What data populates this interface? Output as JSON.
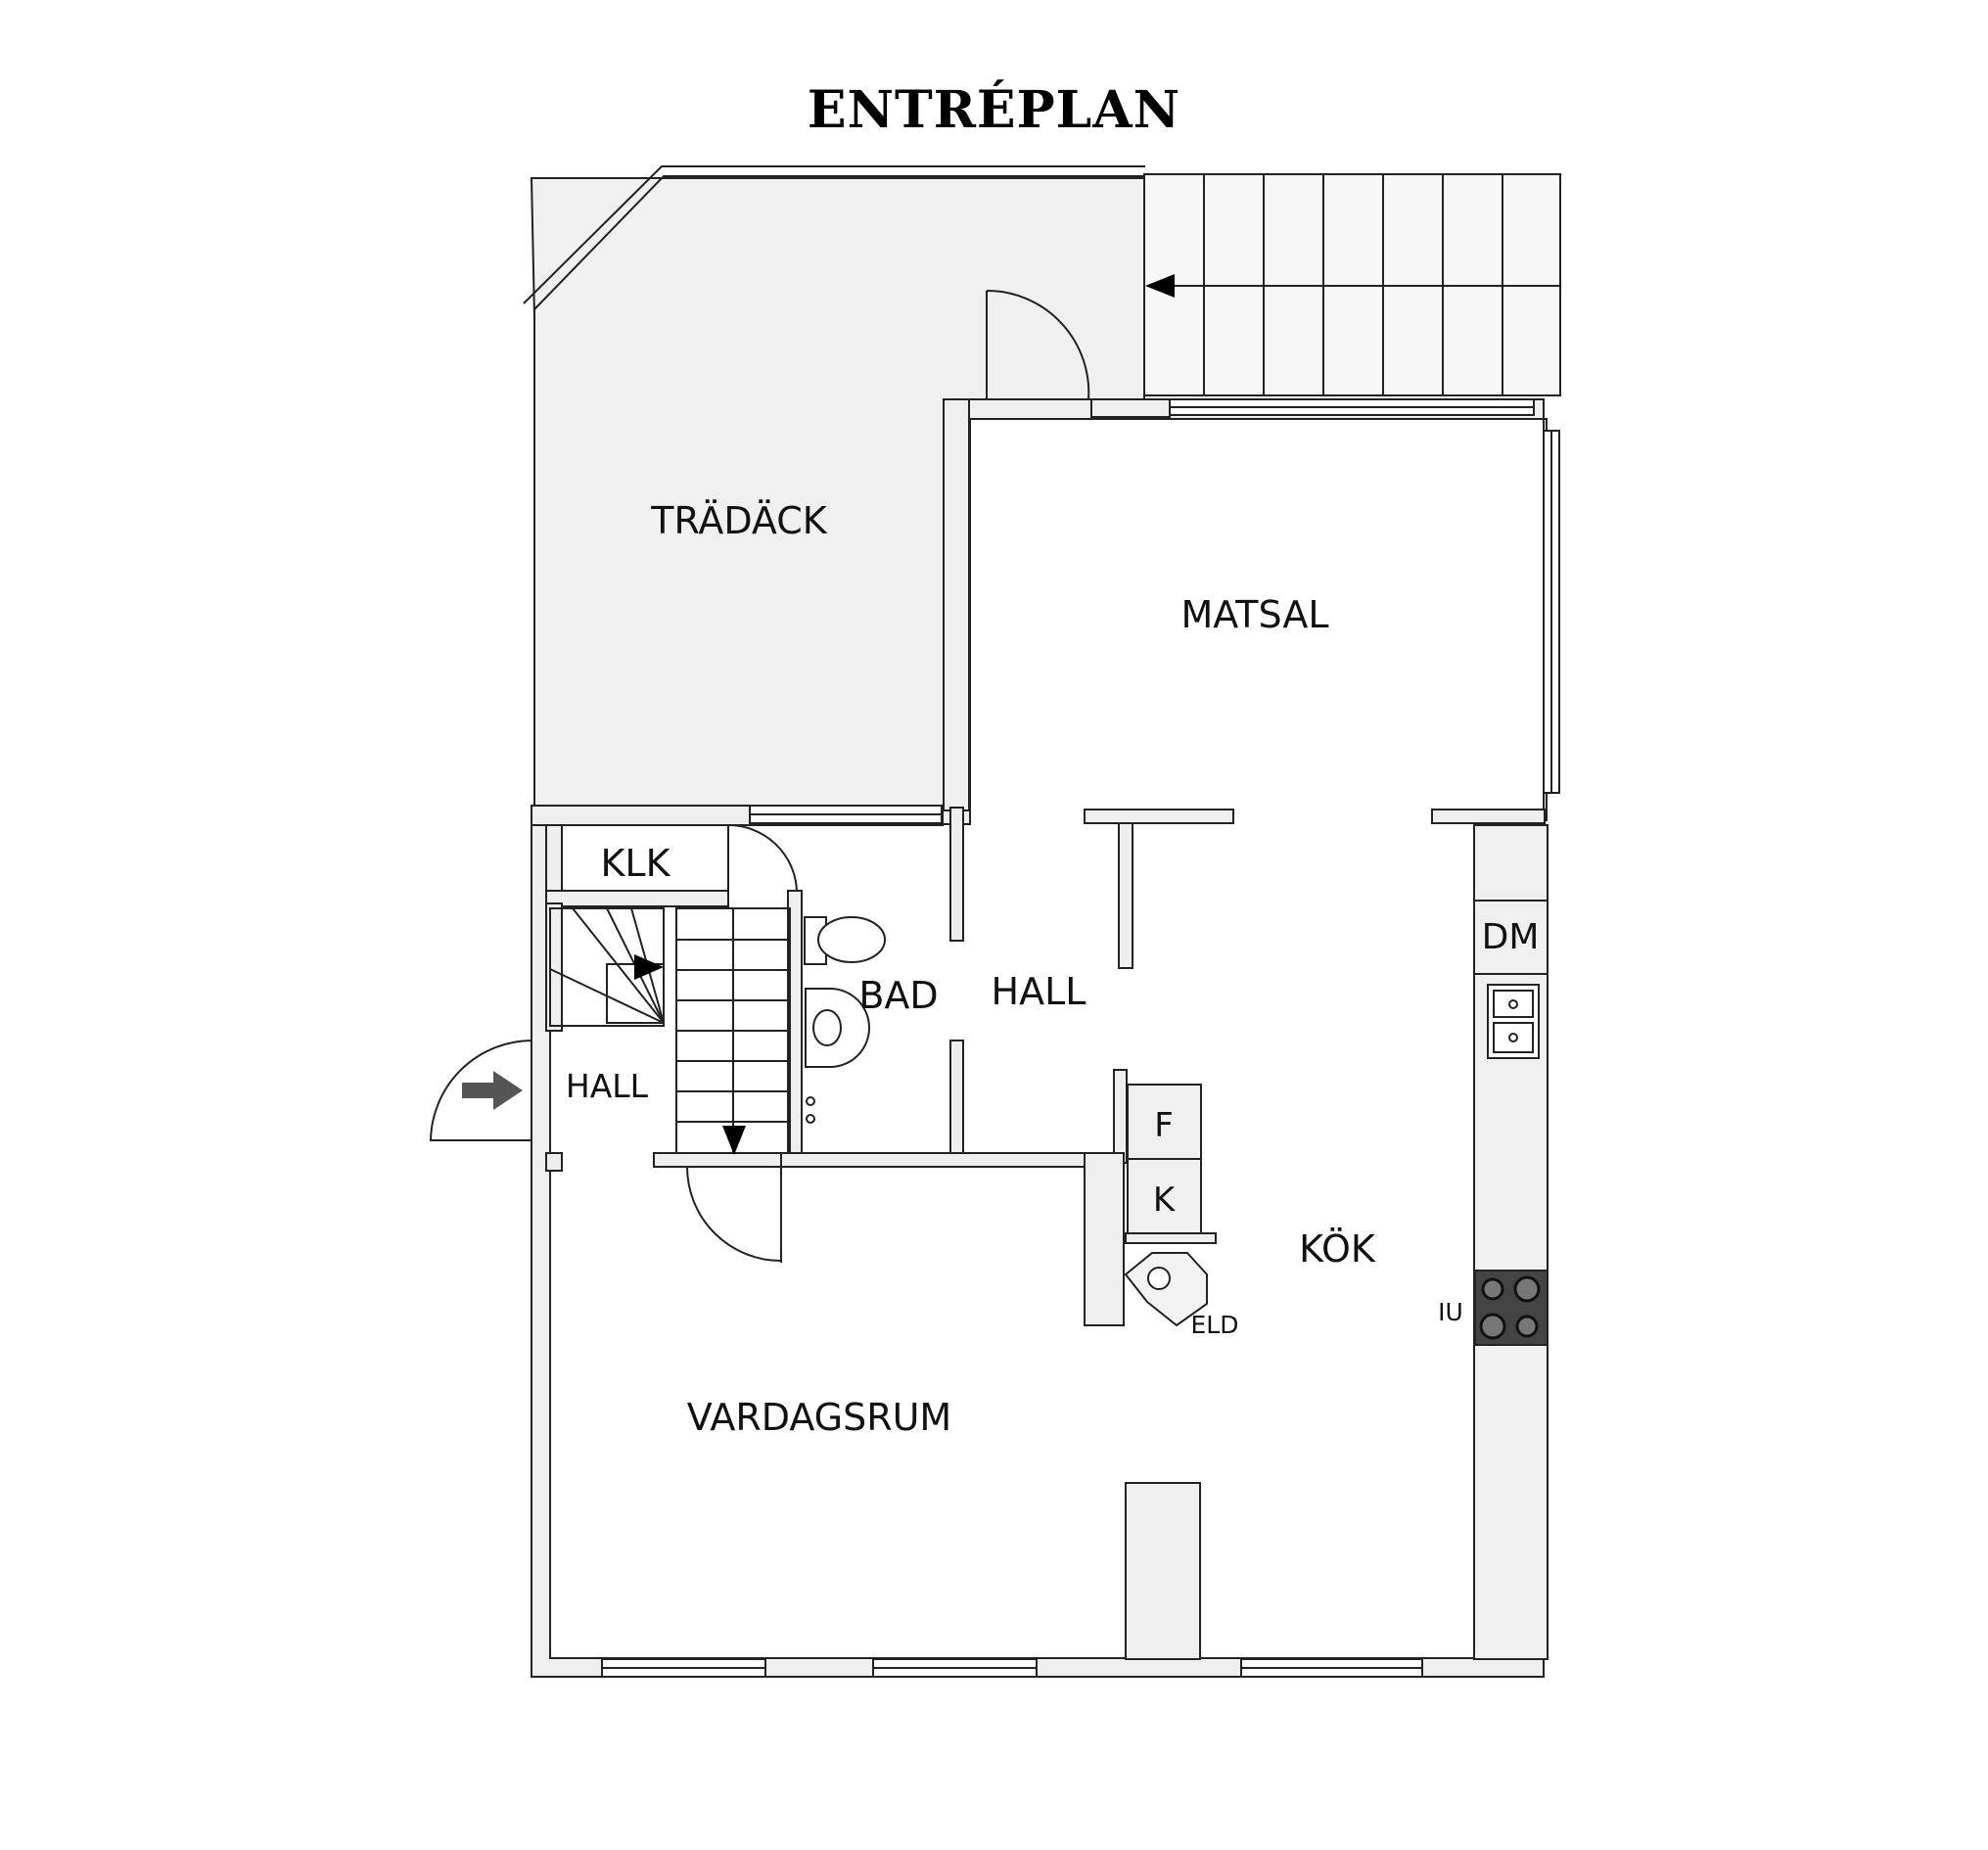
{
  "title": "ENTRÉPLAN",
  "rooms": {
    "tradack": "TRÄDÄCK",
    "matsal": "MATSAL",
    "klk": "KLK",
    "bad": "BAD",
    "hall_center": "HALL",
    "hall_entry": "HALL",
    "kok": "KÖK",
    "vardagsrum": "VARDAGSRUM"
  },
  "fixtures": {
    "dm": "DM",
    "f": "F",
    "k": "K",
    "eld": "ELD",
    "iu": "IU"
  },
  "colors": {
    "wall": "#efefef",
    "wall_stroke": "#222222",
    "deck": "#f0f0f0",
    "line": "#222222",
    "entry_arrow": "#555555"
  }
}
